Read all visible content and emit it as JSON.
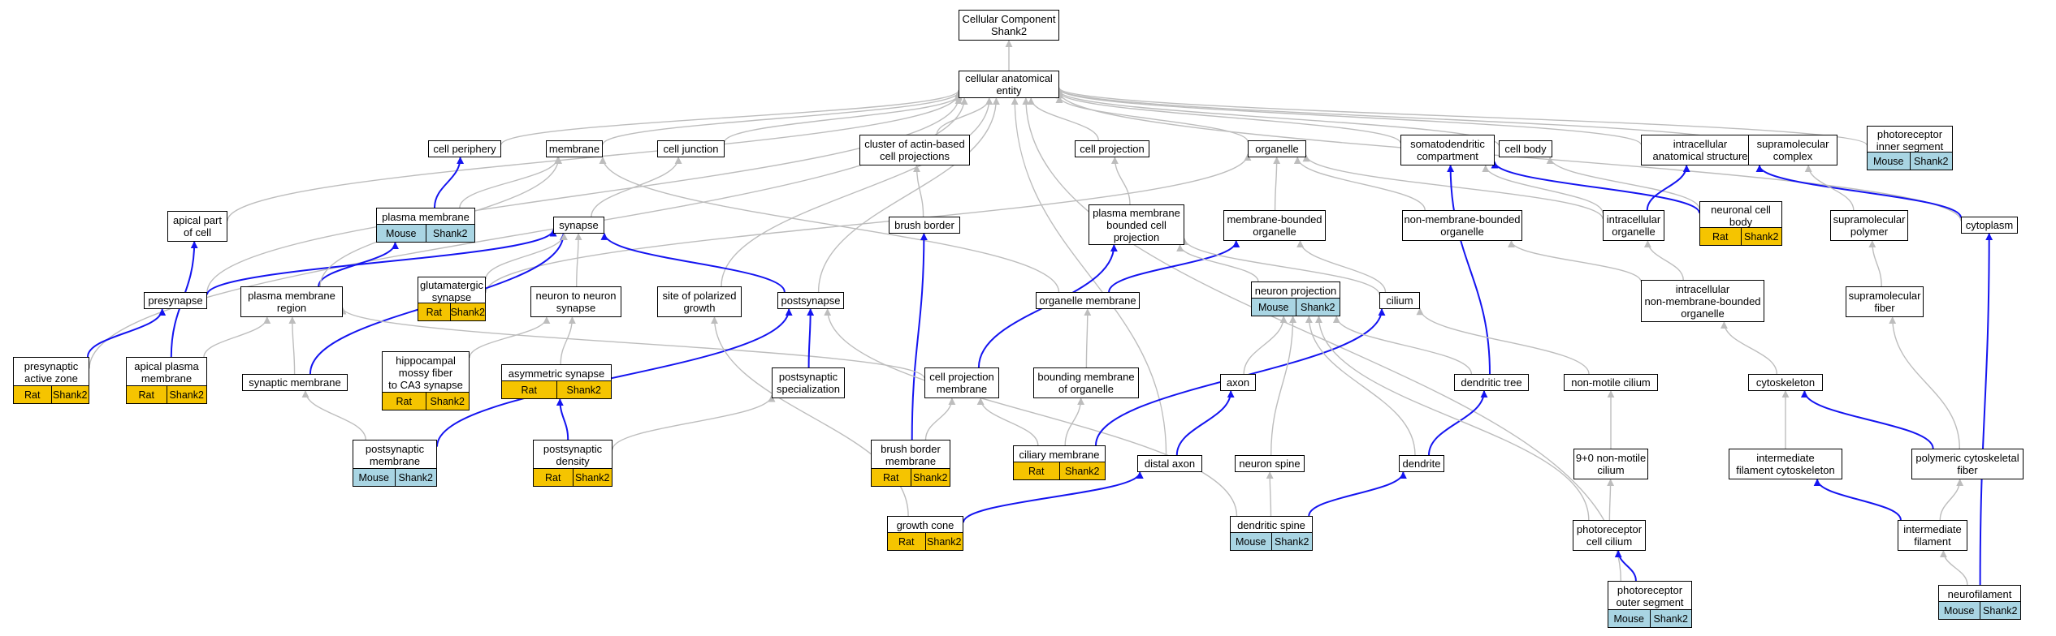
{
  "colors": {
    "gray_edge": "#bdbdbd",
    "blue_edge": "#1414f0",
    "rat": "#f5c400",
    "mouse": "#a9d5e3"
  },
  "nodes": {
    "root": {
      "label": "Cellular Component\nShank2"
    },
    "cae": {
      "label": "cellular anatomical\nentity"
    },
    "cell_periphery": {
      "label": "cell periphery"
    },
    "membrane": {
      "label": "membrane"
    },
    "cell_junction": {
      "label": "cell junction"
    },
    "actin_proj": {
      "label": "cluster of actin-based\ncell projections"
    },
    "cell_projection": {
      "label": "cell projection"
    },
    "organelle": {
      "label": "organelle"
    },
    "somatodendritic": {
      "label": "somatodendritic\ncompartment"
    },
    "cell_body": {
      "label": "cell body"
    },
    "intracellular_struct": {
      "label": "intracellular\nanatomical structure"
    },
    "supramol_complex": {
      "label": "supramolecular\ncomplex"
    },
    "photo_inner": {
      "label": "photoreceptor\ninner segment",
      "tags": [
        "Mouse",
        "Shank2"
      ]
    },
    "apical_cell": {
      "label": "apical part\nof cell"
    },
    "plasma_membrane": {
      "label": "plasma membrane",
      "tags": [
        "Mouse",
        "Shank2"
      ]
    },
    "synapse": {
      "label": "synapse"
    },
    "brush_border": {
      "label": "brush border"
    },
    "pm_bounded_proj": {
      "label": "plasma membrane\nbounded cell\nprojection"
    },
    "membrane_bounded_org": {
      "label": "membrane-bounded\norganelle"
    },
    "non_membrane_org": {
      "label": "non-membrane-bounded\norganelle"
    },
    "intracellular_org": {
      "label": "intracellular\norganelle"
    },
    "neuronal_cell_body": {
      "label": "neuronal cell\nbody",
      "tags": [
        "Rat",
        "Shank2"
      ]
    },
    "supramol_polymer": {
      "label": "supramolecular\npolymer"
    },
    "cytoplasm": {
      "label": "cytoplasm"
    },
    "presynapse": {
      "label": "presynapse"
    },
    "pm_region": {
      "label": "plasma membrane\nregion"
    },
    "glutamatergic": {
      "label": "glutamatergic\nsynapse",
      "tags": [
        "Rat",
        "Shank2"
      ]
    },
    "n2n_synapse": {
      "label": "neuron to neuron\nsynapse"
    },
    "polarized_growth": {
      "label": "site of polarized\ngrowth"
    },
    "postsynapse": {
      "label": "postsynapse"
    },
    "organelle_membrane": {
      "label": "organelle membrane"
    },
    "neuron_projection": {
      "label": "neuron projection",
      "tags": [
        "Mouse",
        "Shank2"
      ]
    },
    "cilium": {
      "label": "cilium"
    },
    "intra_nonmem_org": {
      "label": "intracellular\nnon-membrane-bounded\norganelle"
    },
    "supramol_fiber": {
      "label": "supramolecular\nfiber"
    },
    "presyn_active_zone": {
      "label": "presynaptic\nactive zone",
      "tags": [
        "Rat",
        "Shank2"
      ]
    },
    "apical_pm": {
      "label": "apical plasma\nmembrane",
      "tags": [
        "Rat",
        "Shank2"
      ]
    },
    "synaptic_membrane": {
      "label": "synaptic membrane"
    },
    "hippocampal": {
      "label": "hippocampal\nmossy fiber\nto CA3 synapse",
      "tags": [
        "Rat",
        "Shank2"
      ]
    },
    "asymmetric": {
      "label": "asymmetric synapse",
      "tags": [
        "Rat",
        "Shank2"
      ]
    },
    "postsyn_spec": {
      "label": "postsynaptic\nspecialization"
    },
    "cell_proj_membrane": {
      "label": "cell projection\nmembrane"
    },
    "bounding_membrane": {
      "label": "bounding membrane\nof organelle"
    },
    "axon": {
      "label": "axon"
    },
    "dendritic_tree": {
      "label": "dendritic tree"
    },
    "nonmotile_cilium": {
      "label": "non-motile cilium"
    },
    "cytoskeleton": {
      "label": "cytoskeleton"
    },
    "postsyn_membrane": {
      "label": "postsynaptic\nmembrane",
      "tags": [
        "Mouse",
        "Shank2"
      ]
    },
    "postsyn_density": {
      "label": "postsynaptic\ndensity",
      "tags": [
        "Rat",
        "Shank2"
      ]
    },
    "brush_border_membrane": {
      "label": "brush border\nmembrane",
      "tags": [
        "Rat",
        "Shank2"
      ]
    },
    "ciliary_membrane": {
      "label": "ciliary membrane",
      "tags": [
        "Rat",
        "Shank2"
      ]
    },
    "distal_axon": {
      "label": "distal axon"
    },
    "neuron_spine": {
      "label": "neuron spine"
    },
    "dendrite": {
      "label": "dendrite"
    },
    "nonmotile_90": {
      "label": "9+0 non-motile\ncilium"
    },
    "intermediate_cyto": {
      "label": "intermediate\nfilament cytoskeleton"
    },
    "polymeric_cyto": {
      "label": "polymeric cytoskeletal\nfiber"
    },
    "growth_cone": {
      "label": "growth cone",
      "tags": [
        "Rat",
        "Shank2"
      ]
    },
    "dendritic_spine": {
      "label": "dendritic spine",
      "tags": [
        "Mouse",
        "Shank2"
      ]
    },
    "photo_cilium": {
      "label": "photoreceptor\ncell cilium"
    },
    "intermediate_fil": {
      "label": "intermediate\nfilament"
    },
    "photo_outer": {
      "label": "photoreceptor\nouter segment",
      "tags": [
        "Mouse",
        "Shank2"
      ]
    },
    "neurofilament": {
      "label": "neurofilament",
      "tags": [
        "Mouse",
        "Shank2"
      ]
    }
  },
  "edges": [
    [
      "cae",
      "root",
      "g"
    ],
    [
      "cell_periphery",
      "cae",
      "g"
    ],
    [
      "membrane",
      "cae",
      "g"
    ],
    [
      "cell_junction",
      "cae",
      "g"
    ],
    [
      "actin_proj",
      "cae",
      "g"
    ],
    [
      "cell_projection",
      "cae",
      "g"
    ],
    [
      "organelle",
      "cae",
      "g"
    ],
    [
      "somatodendritic",
      "cae",
      "g"
    ],
    [
      "cell_body",
      "cae",
      "g"
    ],
    [
      "intracellular_struct",
      "cae",
      "g"
    ],
    [
      "supramol_complex",
      "cae",
      "g"
    ],
    [
      "photo_inner",
      "cae",
      "g"
    ],
    [
      "apical_cell",
      "cae",
      "g"
    ],
    [
      "presynapse",
      "cae",
      "g"
    ],
    [
      "presyn_active_zone",
      "cae",
      "g"
    ],
    [
      "polarized_growth",
      "cae",
      "g"
    ],
    [
      "postsynapse",
      "cae",
      "g"
    ],
    [
      "distal_axon",
      "cae",
      "g"
    ],
    [
      "photo_outer",
      "cae",
      "g"
    ],
    [
      "cytoplasm",
      "cae",
      "g"
    ],
    [
      "plasma_membrane",
      "cell_periphery",
      "b"
    ],
    [
      "plasma_membrane",
      "membrane",
      "g"
    ],
    [
      "synapse",
      "cell_junction",
      "g"
    ],
    [
      "brush_border",
      "actin_proj",
      "g"
    ],
    [
      "pm_bounded_proj",
      "cell_projection",
      "g"
    ],
    [
      "membrane_bounded_org",
      "organelle",
      "g"
    ],
    [
      "non_membrane_org",
      "organelle",
      "g"
    ],
    [
      "intracellular_org",
      "organelle",
      "g"
    ],
    [
      "glutamatergic",
      "organelle",
      "g"
    ],
    [
      "neuronal_cell_body",
      "somatodendritic",
      "b"
    ],
    [
      "neuronal_cell_body",
      "cell_body",
      "g"
    ],
    [
      "dendritic_tree",
      "somatodendritic",
      "b"
    ],
    [
      "intracellular_org",
      "intracellular_struct",
      "b"
    ],
    [
      "cytoplasm",
      "intracellular_struct",
      "b"
    ],
    [
      "supramol_polymer",
      "supramol_complex",
      "g"
    ],
    [
      "intracellular_org",
      "somatodendritic",
      "g"
    ],
    [
      "apical_pm",
      "apical_cell",
      "b"
    ],
    [
      "pm_region",
      "plasma_membrane",
      "b"
    ],
    [
      "presynapse",
      "synapse",
      "b"
    ],
    [
      "postsynapse",
      "synapse",
      "b"
    ],
    [
      "synaptic_membrane",
      "synapse",
      "b"
    ],
    [
      "glutamatergic",
      "synapse",
      "g"
    ],
    [
      "n2n_synapse",
      "synapse",
      "g"
    ],
    [
      "pm_region",
      "membrane",
      "g"
    ],
    [
      "organelle_membrane",
      "membrane",
      "g"
    ],
    [
      "brush_border_membrane",
      "brush_border",
      "b"
    ],
    [
      "cell_proj_membrane",
      "pm_bounded_proj",
      "b"
    ],
    [
      "organelle_membrane",
      "membrane_bounded_org",
      "b"
    ],
    [
      "neuron_projection",
      "pm_bounded_proj",
      "g"
    ],
    [
      "cilium",
      "pm_bounded_proj",
      "g"
    ],
    [
      "cilium",
      "membrane_bounded_org",
      "g"
    ],
    [
      "intra_nonmem_org",
      "non_membrane_org",
      "g"
    ],
    [
      "intra_nonmem_org",
      "intracellular_org",
      "g"
    ],
    [
      "supramol_fiber",
      "supramol_polymer",
      "g"
    ],
    [
      "presyn_active_zone",
      "presynapse",
      "b"
    ],
    [
      "synaptic_membrane",
      "pm_region",
      "g"
    ],
    [
      "apical_pm",
      "pm_region",
      "g"
    ],
    [
      "cell_proj_membrane",
      "pm_region",
      "g"
    ],
    [
      "hippocampal",
      "n2n_synapse",
      "g"
    ],
    [
      "asymmetric",
      "n2n_synapse",
      "g"
    ],
    [
      "postsyn_spec",
      "postsynapse",
      "b"
    ],
    [
      "postsyn_membrane",
      "postsynapse",
      "b"
    ],
    [
      "postsyn_density",
      "asymmetric",
      "b"
    ],
    [
      "postsyn_density",
      "postsyn_spec",
      "g"
    ],
    [
      "bounding_membrane",
      "organelle_membrane",
      "g"
    ],
    [
      "growth_cone",
      "polarized_growth",
      "g"
    ],
    [
      "dendritic_spine",
      "postsynapse",
      "g"
    ],
    [
      "ciliary_membrane",
      "cilium",
      "b"
    ],
    [
      "axon",
      "neuron_projection",
      "g"
    ],
    [
      "dendritic_tree",
      "neuron_projection",
      "g"
    ],
    [
      "neuron_spine",
      "neuron_projection",
      "g"
    ],
    [
      "dendrite",
      "neuron_projection",
      "g"
    ],
    [
      "nonmotile_cilium",
      "cilium",
      "g"
    ],
    [
      "cytoskeleton",
      "intra_nonmem_org",
      "g"
    ],
    [
      "polymeric_cyto",
      "supramol_fiber",
      "g"
    ],
    [
      "postsyn_membrane",
      "synaptic_membrane",
      "g"
    ],
    [
      "brush_border_membrane",
      "cell_proj_membrane",
      "g"
    ],
    [
      "ciliary_membrane",
      "bounding_membrane",
      "g"
    ],
    [
      "ciliary_membrane",
      "cell_proj_membrane",
      "g"
    ],
    [
      "distal_axon",
      "axon",
      "b"
    ],
    [
      "dendrite",
      "dendritic_tree",
      "b"
    ],
    [
      "nonmotile_90",
      "nonmotile_cilium",
      "g"
    ],
    [
      "intermediate_cyto",
      "cytoskeleton",
      "g"
    ],
    [
      "polymeric_cyto",
      "cytoskeleton",
      "b"
    ],
    [
      "growth_cone",
      "distal_axon",
      "b"
    ],
    [
      "dendritic_spine",
      "neuron_spine",
      "g"
    ],
    [
      "dendritic_spine",
      "dendrite",
      "b"
    ],
    [
      "photo_cilium",
      "nonmotile_90",
      "g"
    ],
    [
      "photo_cilium",
      "neuron_projection",
      "g"
    ],
    [
      "intermediate_fil",
      "intermediate_cyto",
      "b"
    ],
    [
      "intermediate_fil",
      "polymeric_cyto",
      "g"
    ],
    [
      "photo_outer",
      "photo_cilium",
      "b"
    ],
    [
      "neurofilament",
      "intermediate_fil",
      "g"
    ],
    [
      "neurofilament",
      "cytoplasm",
      "b"
    ]
  ]
}
